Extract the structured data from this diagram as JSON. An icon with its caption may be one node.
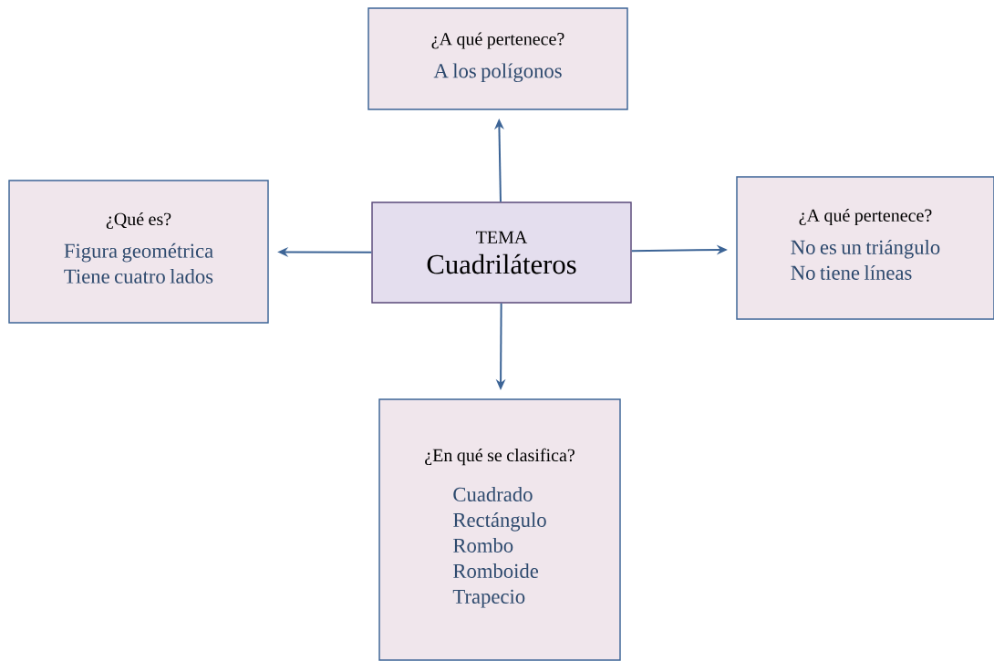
{
  "diagram": {
    "nodes": [
      {
        "text": [
          "TEMA",
          "Cuadriláteros"
        ]
      },
      {
        "text": [
          "¿A qué pertenece?",
          "A los polígonos"
        ]
      },
      {
        "text": [
          "¿Qué es?",
          "Figura geométrica",
          "Tiene cuatro lados"
        ]
      },
      {
        "text": [
          "¿A qué pertenece?",
          "No es un triángulo",
          "No tiene líneas"
        ]
      },
      {
        "text": [
          "¿En qué se clasifica?",
          "Cuadrado",
          "Rectángulo",
          "Rombo",
          "Romboide",
          "Trapecio"
        ]
      }
    ],
    "edges": [
      {
        "from": 0,
        "to": 1,
        "arrow": "to"
      },
      {
        "from": 0,
        "to": 2,
        "arrow": "to"
      },
      {
        "from": 0,
        "to": 3,
        "arrow": "to"
      },
      {
        "from": 0,
        "to": 4,
        "arrow": "to"
      }
    ]
  }
}
